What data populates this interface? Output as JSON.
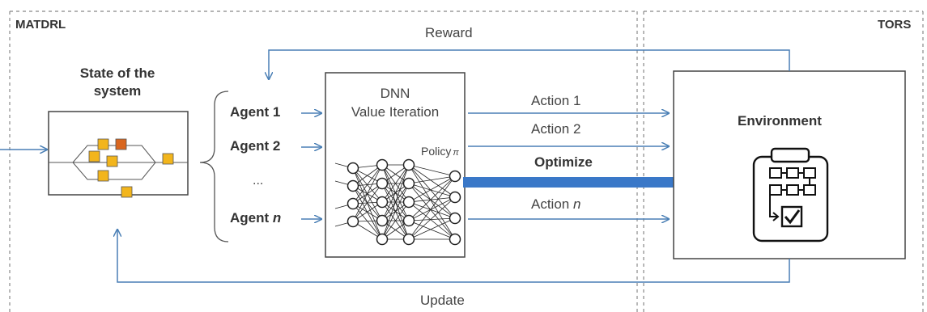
{
  "regions": {
    "left_title": "MATDRL",
    "right_title": "TORS"
  },
  "state": {
    "title_line1": "State of the",
    "title_line2": "system"
  },
  "agents": {
    "agent1_prefix": "Agent ",
    "agent1_num": "1",
    "agent2_prefix": "Agent ",
    "agent2_num": "2",
    "ellipsis": "...",
    "agentn_prefix": "Agent ",
    "agentn_num": "n"
  },
  "dnn": {
    "line1": "DNN",
    "line2": "Value Iteration",
    "policy": "Policy",
    "pi": "π"
  },
  "actions": {
    "action1": "Action 1",
    "action2": "Action 2",
    "optimize": "Optimize",
    "actionn_prefix": "Action ",
    "actionn_num": "n"
  },
  "environment": {
    "title": "Environment"
  },
  "feedback": {
    "reward": "Reward",
    "update": "Update"
  },
  "colors": {
    "arrow": "#4a7fb5",
    "optimize_arrow": "#3a78c8",
    "node_yellow": "#f2b51c",
    "node_orange": "#d9661f",
    "border": "#555555"
  }
}
